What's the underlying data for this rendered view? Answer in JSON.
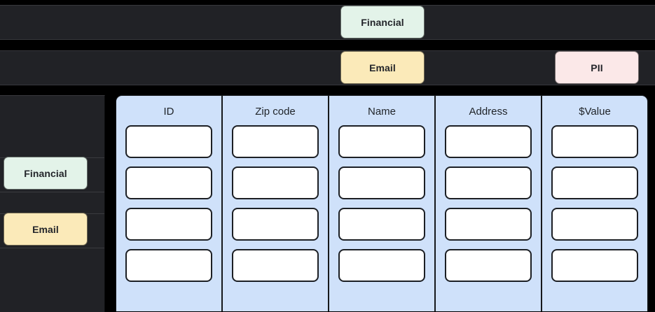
{
  "theme": {
    "background": "#000000",
    "dark_row": "#212226",
    "table_column_bg": "#cfe1fa",
    "cell_bg": "#ffffff",
    "cell_border": "#1c1f24",
    "chip_text": "#23252a"
  },
  "top_rows": [
    {
      "row_index": 1,
      "chips": [
        {
          "label": "Financial",
          "color": "#e3f3e9",
          "category": "financial"
        }
      ]
    },
    {
      "row_index": 2,
      "chips": [
        {
          "label": "Email",
          "color": "#fbeab9",
          "category": "email"
        },
        {
          "label": "PII",
          "color": "#fbe8e8",
          "category": "pii"
        }
      ]
    }
  ],
  "sidebar": {
    "chips": [
      {
        "label": "Financial",
        "color": "#e3f3e9",
        "category": "financial"
      },
      {
        "label": "Email",
        "color": "#fbeab9",
        "category": "email"
      }
    ]
  },
  "table": {
    "columns": [
      {
        "header": "ID",
        "cells": [
          "",
          "",
          "",
          ""
        ]
      },
      {
        "header": "Zip code",
        "cells": [
          "",
          "",
          "",
          ""
        ]
      },
      {
        "header": "Name",
        "cells": [
          "",
          "",
          "",
          ""
        ]
      },
      {
        "header": "Address",
        "cells": [
          "",
          "",
          "",
          ""
        ]
      },
      {
        "header": "$Value",
        "cells": [
          "",
          "",
          "",
          ""
        ]
      }
    ],
    "row_count": 4,
    "column_count": 5
  }
}
